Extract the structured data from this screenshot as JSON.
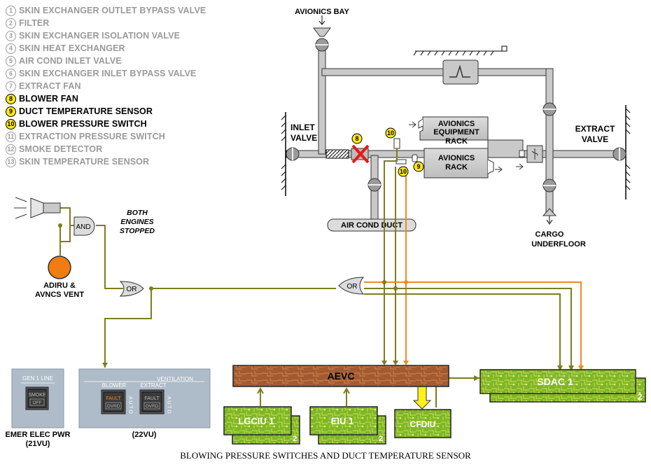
{
  "legend": [
    {
      "n": "1",
      "label": "SKIN EXCHANGER OUTLET BYPASS VALVE",
      "highlight": false
    },
    {
      "n": "2",
      "label": "FILTER",
      "highlight": false
    },
    {
      "n": "3",
      "label": "SKIN EXCHANGER ISOLATION VALVE",
      "highlight": false
    },
    {
      "n": "4",
      "label": "SKIN HEAT EXCHANGER",
      "highlight": false
    },
    {
      "n": "5",
      "label": "AIR COND INLET VALVE",
      "highlight": false
    },
    {
      "n": "6",
      "label": "SKIN EXCHANGER INLET BYPASS VALVE",
      "highlight": false
    },
    {
      "n": "7",
      "label": "EXTRACT FAN",
      "highlight": false
    },
    {
      "n": "8",
      "label": "BLOWER FAN",
      "highlight": true
    },
    {
      "n": "9",
      "label": "DUCT TEMPERATURE SENSOR",
      "highlight": true
    },
    {
      "n": "10",
      "label": "BLOWER PRESSURE SWITCH",
      "highlight": true
    },
    {
      "n": "11",
      "label": "EXTRACTION PRESSURE SWITCH",
      "highlight": false
    },
    {
      "n": "12",
      "label": "SMOKE DETECTOR",
      "highlight": false
    },
    {
      "n": "13",
      "label": "SKIN TEMPERATURE SENSOR",
      "highlight": false
    }
  ],
  "labels": {
    "avionics_bay": "AVIONICS BAY",
    "inlet_valve_1": "INLET",
    "inlet_valve_2": "VALVE",
    "extract_valve_1": "EXTRACT",
    "extract_valve_2": "VALVE",
    "equip_rack_1": "AVIONICS",
    "equip_rack_2": "EQUIPMENT",
    "equip_rack_3": "RACK",
    "rack_1": "AVIONICS",
    "rack_2": "RACK",
    "air_cond_duct": "AIR COND DUCT",
    "cargo_1": "CARGO",
    "cargo_2": "UNDERFLOOR",
    "both_1": "BOTH",
    "both_2": "ENGINES",
    "both_3": "STOPPED",
    "and_gate": "AND",
    "or_gate_left": "OR",
    "or_gate_right": "OR",
    "adiru_1": "ADIRU &",
    "adiru_2": "AVNCS VENT",
    "callout_8": "8",
    "callout_9": "9",
    "callout_10a": "10",
    "callout_10b": "10"
  },
  "computers": {
    "aevc": "AEVC",
    "sdac": "SDAC 1",
    "sdac_index": "2",
    "lgciu": "LGCIU 1",
    "lgciu_index": "2",
    "eiu": "EIU 1",
    "eiu_index": "2",
    "cfdiu": "CFDIU"
  },
  "panels": {
    "gen_line_title": "GEN 1 LINE",
    "smoke": "SMOKE",
    "off": "OFF",
    "emer_1": "EMER ELEC PWR",
    "emer_2": "(21VU)",
    "ventilation": "VENTILATION",
    "blower": "BLOWER",
    "extract": "EXTRACT",
    "fault_1": "FAULT",
    "ovrd_1": "OVRD",
    "fault_2": "FAULT",
    "ovrd_2": "OVRD",
    "auto_1": "A U T O",
    "auto_2": "A U T O",
    "vu_22": "(22VU)"
  },
  "caption": "BLOWING PRESSURE SWITCHES AND DUCT TEMPERATURE SENSOR",
  "colors": {
    "duct": "#c9c9c9",
    "olive_wire": "#7d7d1e",
    "orange_wire": "#f08a1e",
    "highlight_yellow": "#ffe71a",
    "board_green": "#8cbf2a",
    "aevc_brown": "#a0522d",
    "alarm_orange": "#f07c12"
  }
}
